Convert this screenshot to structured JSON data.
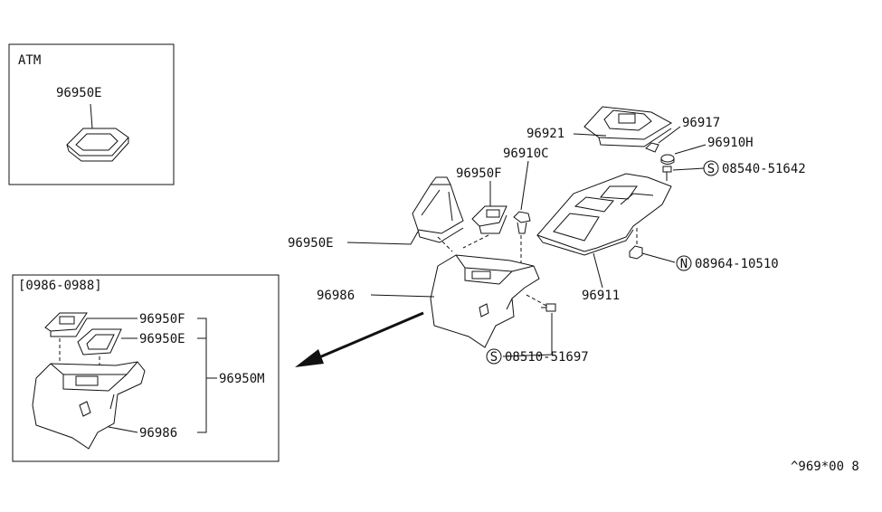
{
  "atm_box": {
    "title": "ATM",
    "part": "96950E"
  },
  "sub_box": {
    "title": "[0986-0988]",
    "labels": {
      "boot_plate": "96950F",
      "boot": "96950E",
      "assembly": "96950M",
      "console_base": "96986"
    }
  },
  "main": {
    "labels": {
      "p96921": "96921",
      "p96917": "96917",
      "p96910H": "96910H",
      "p96910C": "96910C",
      "p96950F": "96950F",
      "p96950E": "96950E",
      "p96986": "96986",
      "p96911": "96911",
      "screw_top": "08540-51642",
      "nut": "08964-10510",
      "screw_bottom": "08510-51697"
    },
    "symbols": {
      "screw": "S",
      "nut": "N"
    }
  },
  "footer": {
    "code": "^969*00 8"
  }
}
